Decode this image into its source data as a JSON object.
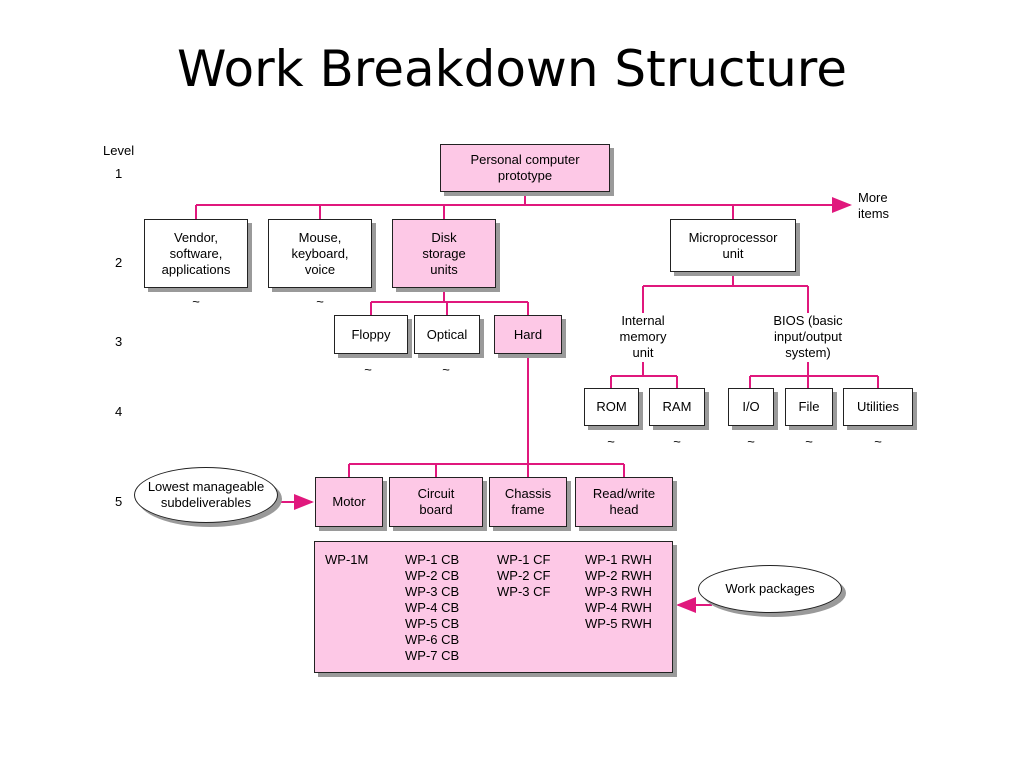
{
  "title": "Work Breakdown Structure",
  "level_header": "Level",
  "levels": [
    "1",
    "2",
    "3",
    "4",
    "5"
  ],
  "nodes": {
    "root": "Personal computer\nprototype",
    "more_items": "More\nitems",
    "vendor": "Vendor,\nsoftware,\napplications",
    "mouse": "Mouse,\nkeyboard,\nvoice",
    "disk": "Disk\nstorage\nunits",
    "microprocessor": "Microprocessor\nunit",
    "floppy": "Floppy",
    "optical": "Optical",
    "hard": "Hard",
    "internal_memory": "Internal\nmemory\nunit",
    "bios": "BIOS (basic\ninput/output\nsystem)",
    "rom": "ROM",
    "ram": "RAM",
    "io": "I/O",
    "file": "File",
    "utilities": "Utilities",
    "motor": "Motor",
    "circuit": "Circuit\nboard",
    "chassis": "Chassis\nframe",
    "readwrite": "Read/write\nhead"
  },
  "tilde": "~",
  "callouts": {
    "lowest": "Lowest manageable\nsubdeliverables",
    "work_packages": "Work packages"
  },
  "work_packages": {
    "motor": [
      "WP-1M"
    ],
    "circuit": [
      "WP-1 CB",
      "WP-2 CB",
      "WP-3 CB",
      "WP-4 CB",
      "WP-5 CB",
      "WP-6 CB",
      "WP-7 CB"
    ],
    "chassis": [
      "WP-1 CF",
      "WP-2 CF",
      "WP-3 CF"
    ],
    "readwrite": [
      "WP-1 RWH",
      "WP-2 RWH",
      "WP-3 RWH",
      "WP-4 RWH",
      "WP-5 RWH"
    ]
  },
  "colors": {
    "connector": "#e0187d",
    "highlight": "#fdc8e6",
    "border": "#222222"
  }
}
